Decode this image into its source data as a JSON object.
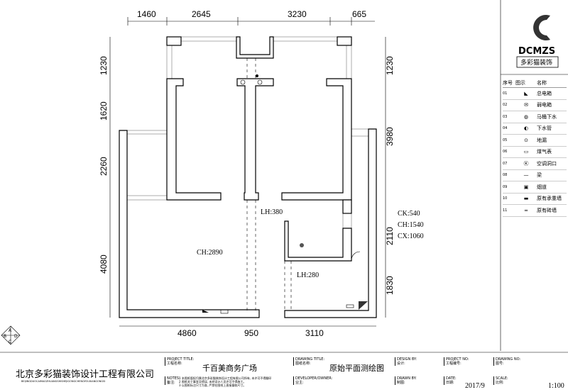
{
  "dimensions": {
    "top": [
      "1460",
      "2645",
      "3230",
      "665"
    ],
    "left": [
      "1230",
      "1620",
      "2260",
      "4080"
    ],
    "right": [
      "1230",
      "3980",
      "2110",
      "1830"
    ],
    "bottom": [
      "4860",
      "950",
      "3110"
    ]
  },
  "annotations": {
    "lh1": "LH:380",
    "lh2": "LH:280",
    "ch": "CH:2890",
    "ck_right": "CK:540",
    "ch_right": "CH:1540",
    "cx_right": "CX:1060"
  },
  "logo": {
    "mark": "C",
    "name": "DCMZS",
    "subtitle": "多彩猫装饰"
  },
  "legend": {
    "headers": [
      "序号",
      "图示",
      "名称"
    ],
    "items": [
      {
        "no": "01",
        "name": "总电箱",
        "icon": "main-electric-box"
      },
      {
        "no": "02",
        "name": "弱电箱",
        "icon": "low-voltage-box"
      },
      {
        "no": "03",
        "name": "马桶下水",
        "icon": "toilet-drain"
      },
      {
        "no": "04",
        "name": "下水管",
        "icon": "drain-pipe"
      },
      {
        "no": "05",
        "name": "地漏",
        "icon": "floor-drain"
      },
      {
        "no": "06",
        "name": "煤气表",
        "icon": "gas-meter"
      },
      {
        "no": "07",
        "name": "空调洞口",
        "icon": "ac-hole"
      },
      {
        "no": "08",
        "name": "梁",
        "icon": "beam"
      },
      {
        "no": "09",
        "name": "烟道",
        "icon": "flue"
      },
      {
        "no": "10",
        "name": "原有承重墙",
        "icon": "load-bearing-wall"
      },
      {
        "no": "11",
        "name": "原有砖墙",
        "icon": "brick-wall"
      }
    ]
  },
  "compass": {
    "a": "A",
    "b": "B",
    "c": "C",
    "d": "D"
  },
  "title_block": {
    "company": "北京多彩猫装饰设计工程有限公司",
    "company_pinyin": "BEIJINGDUOCAIMAOZHUANGSHISHEJIGONGCHENGYOUXIANGONGSI",
    "project_title_label": "PROJECT TITLE:",
    "project_title_label_cn": "工程名称:",
    "project_title": "千百美商务广场",
    "notes_label": "NOTES:",
    "notes_label_cn": "备注:",
    "notes": [
      "1  本图纸版权归属北京多彩猫装饰设计工程有限公司所有, 未许可不得翻印",
      "2  图纸关于事宜及错误, 未经设计人员许可不得施工。",
      "3  以图纸标注尺寸为准, 严禁在图纸上直接量取尺寸。"
    ],
    "drawing_title_label": "DRAWING TITLE:",
    "drawing_title_label_cn": "图纸名称:",
    "drawing_title": "原始平面测绘图",
    "developer_label": "DEVELOPER/OWNER:",
    "developer_label_cn": "业主:",
    "design_by_label": "DESIGN BY:",
    "design_by_label_cn": "设计:",
    "drawn_by_label": "DRAWN BY:",
    "drawn_by_label_cn": "制图:",
    "project_no_label": "PROJECT NO:",
    "project_no_label_cn": "工程编号:",
    "date_label": "DATE:",
    "date_label_cn": "日期:",
    "date": "2017/9",
    "drawing_no_label": "DRAWING NO:",
    "drawing_no_label_cn": "图号:",
    "scale_label": "SCALE:",
    "scale_label_cn": "比例:",
    "scale": "1:100"
  }
}
